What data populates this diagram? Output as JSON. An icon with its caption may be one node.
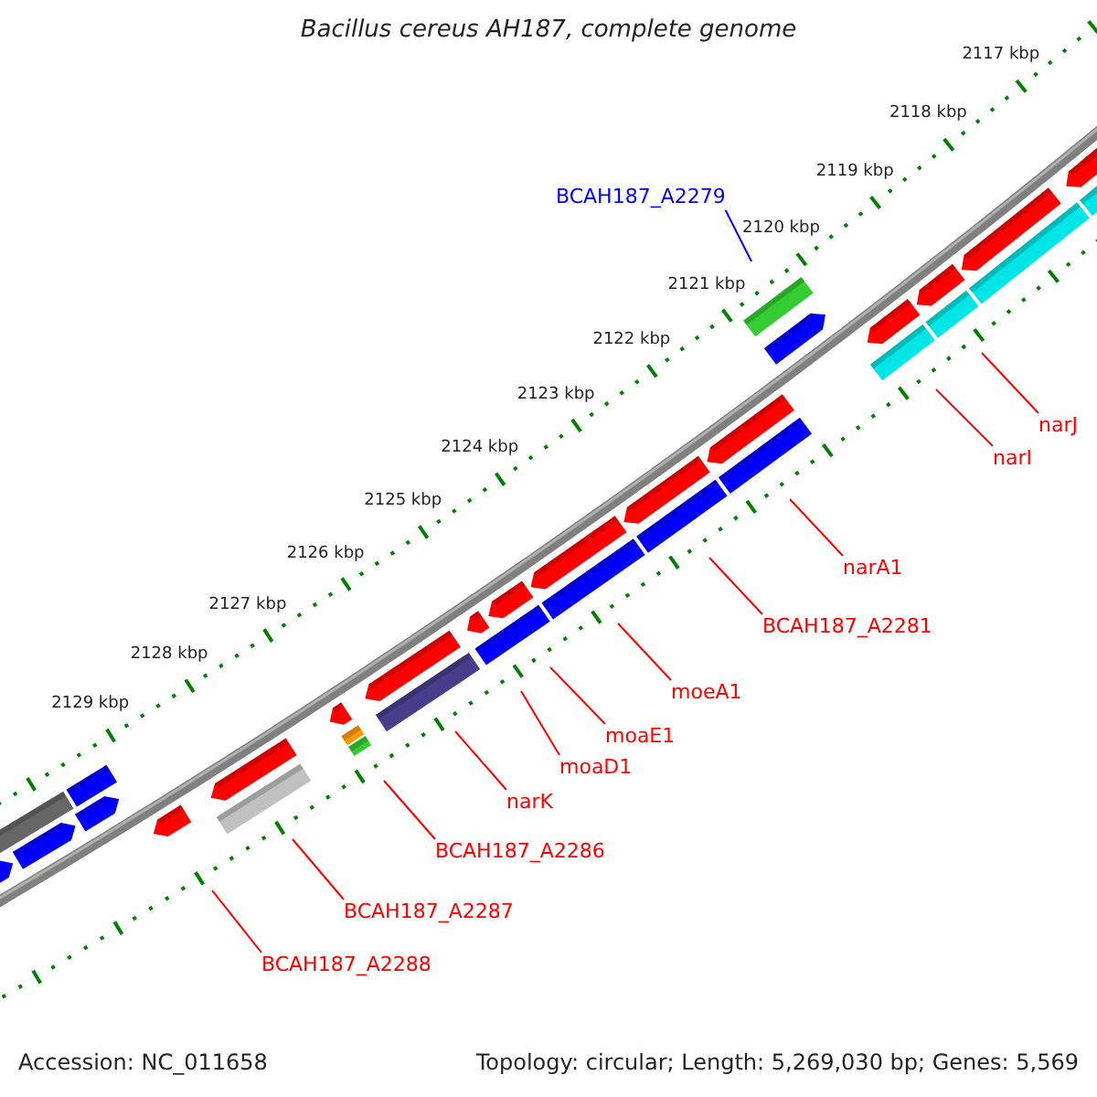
{
  "diagram": {
    "title": "Bacillus cereus AH187, complete genome",
    "nodes": [
      {
        "text": [
          "BCAH187_A2279"
        ]
      },
      {
        "text": [
          "narJ"
        ]
      },
      {
        "text": [
          "narI"
        ]
      },
      {
        "text": [
          "narA1"
        ]
      },
      {
        "text": [
          "BCAH187_A2281"
        ]
      },
      {
        "text": [
          "moeA1"
        ]
      },
      {
        "text": [
          "moaE1"
        ]
      },
      {
        "text": [
          "moaD1"
        ]
      },
      {
        "text": [
          "narK"
        ]
      },
      {
        "text": [
          "BCAH187_A2286"
        ]
      },
      {
        "text": [
          "BCAH187_A2287"
        ]
      },
      {
        "text": [
          "BCAH187_A2288"
        ]
      }
    ],
    "edges": [
      {
        "from": 0,
        "to": null,
        "arrow": "none",
        "color": "#0000ff"
      },
      {
        "from": 1,
        "to": null,
        "arrow": "none"
      },
      {
        "from": 2,
        "to": null,
        "arrow": "none"
      },
      {
        "from": 3,
        "to": null,
        "arrow": "none"
      },
      {
        "from": 4,
        "to": null,
        "arrow": "none"
      },
      {
        "from": 5,
        "to": null,
        "arrow": "none"
      },
      {
        "from": 6,
        "to": null,
        "arrow": "none"
      },
      {
        "from": 7,
        "to": null,
        "arrow": "none"
      },
      {
        "from": 8,
        "to": null,
        "arrow": "none"
      },
      {
        "from": 9,
        "to": null,
        "arrow": "none"
      },
      {
        "from": 10,
        "to": null,
        "arrow": "none"
      },
      {
        "from": 11,
        "to": null,
        "arrow": "none"
      }
    ],
    "labels": [
      "2117 kbp",
      "2118 kbp",
      "2119 kbp",
      "2120 kbp",
      "2121 kbp",
      "2122 kbp",
      "2123 kbp",
      "2124 kbp",
      "2125 kbp",
      "2126 kbp",
      "2127 kbp",
      "2128 kbp",
      "2129 kbp",
      "Accession: NC_011658",
      "Topology: circular; Length: 5,269,030 bp; Genes: 5,569"
    ]
  }
}
